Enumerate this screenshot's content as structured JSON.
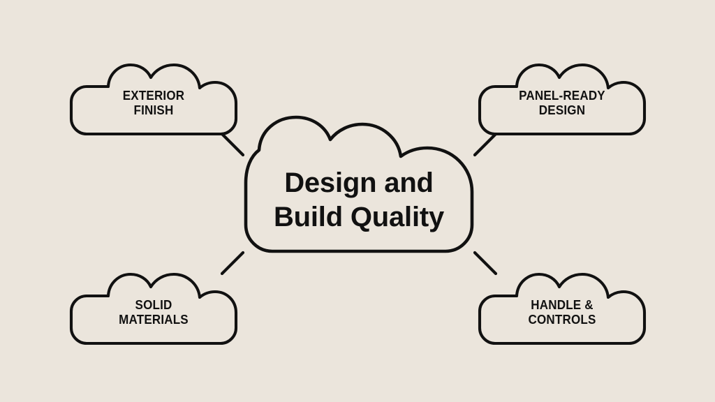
{
  "diagram": {
    "type": "cloud-mind-map",
    "background_color": "#ebe5dc",
    "stroke_color": "#111111",
    "text_color": "#111111",
    "center": {
      "label": "Design and\nBuild Quality",
      "line1": "Design and",
      "line2": "Build Quality",
      "shape": "cloud"
    },
    "nodes": [
      {
        "id": "exterior-finish",
        "position": "top-left",
        "label": "EXTERIOR\nFINISH",
        "line1": "EXTERIOR",
        "line2": "FINISH",
        "shape": "cloud"
      },
      {
        "id": "panel-ready-design",
        "position": "top-right",
        "label": "PANEL-READY\nDESIGN",
        "line1": "PANEL-READY",
        "line2": "DESIGN",
        "shape": "cloud"
      },
      {
        "id": "solid-materials",
        "position": "bottom-left",
        "label": "SOLID\nMATERIALS",
        "line1": "SOLID",
        "line2": "MATERIALS",
        "shape": "cloud"
      },
      {
        "id": "handle-controls",
        "position": "bottom-right",
        "label": "HANDLE &\nCONTROLS",
        "line1": "HANDLE &",
        "line2": "CONTROLS",
        "shape": "cloud"
      }
    ],
    "connectors": [
      {
        "id": "center-to-exterior-finish",
        "style": "dashed-segment"
      },
      {
        "id": "center-to-panel-ready-design",
        "style": "dashed-segment"
      },
      {
        "id": "center-to-solid-materials",
        "style": "dashed-segment"
      },
      {
        "id": "center-to-handle-controls",
        "style": "dashed-segment"
      }
    ]
  }
}
